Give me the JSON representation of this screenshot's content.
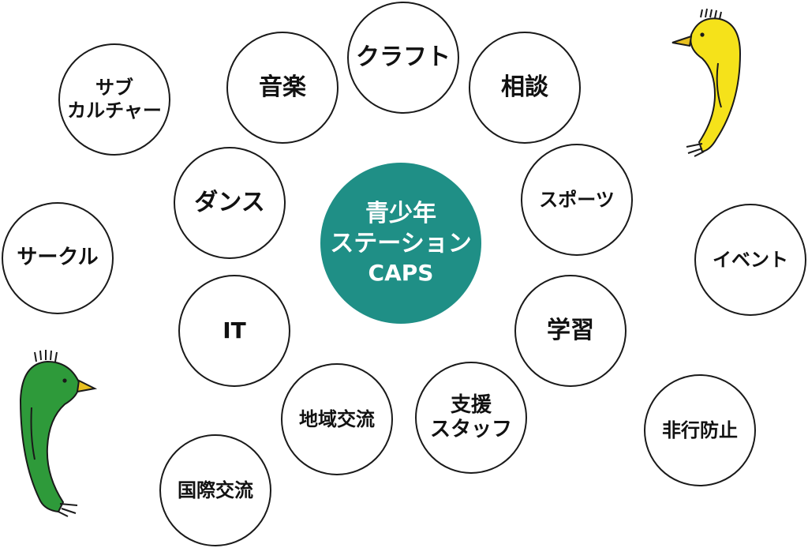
{
  "center": {
    "line1": "青少年",
    "line2": "ステーション",
    "line3": "CAPS"
  },
  "topics": [
    {
      "id": "craft",
      "lines": [
        "クラフト"
      ]
    },
    {
      "id": "music",
      "lines": [
        "音楽"
      ]
    },
    {
      "id": "consultation",
      "lines": [
        "相談"
      ]
    },
    {
      "id": "subculture",
      "lines": [
        "サブ",
        "カルチャー"
      ]
    },
    {
      "id": "dance",
      "lines": [
        "ダンス"
      ]
    },
    {
      "id": "sports",
      "lines": [
        "スポーツ"
      ]
    },
    {
      "id": "circle",
      "lines": [
        "サークル"
      ]
    },
    {
      "id": "event",
      "lines": [
        "イベント"
      ]
    },
    {
      "id": "it",
      "lines": [
        "IT"
      ]
    },
    {
      "id": "study",
      "lines": [
        "学習"
      ]
    },
    {
      "id": "local-exchange",
      "lines": [
        "地域交流"
      ]
    },
    {
      "id": "support-staff",
      "lines": [
        "支援",
        "スタッフ"
      ]
    },
    {
      "id": "delinquency-prevention",
      "lines": [
        "非行防止"
      ]
    },
    {
      "id": "international-exchange",
      "lines": [
        "国際交流"
      ]
    }
  ],
  "colors": {
    "center_fill": "#1f8f86",
    "yellow_bird": "#f5e21a",
    "green_bird": "#2e9a3a",
    "beak": "#e8c020"
  }
}
